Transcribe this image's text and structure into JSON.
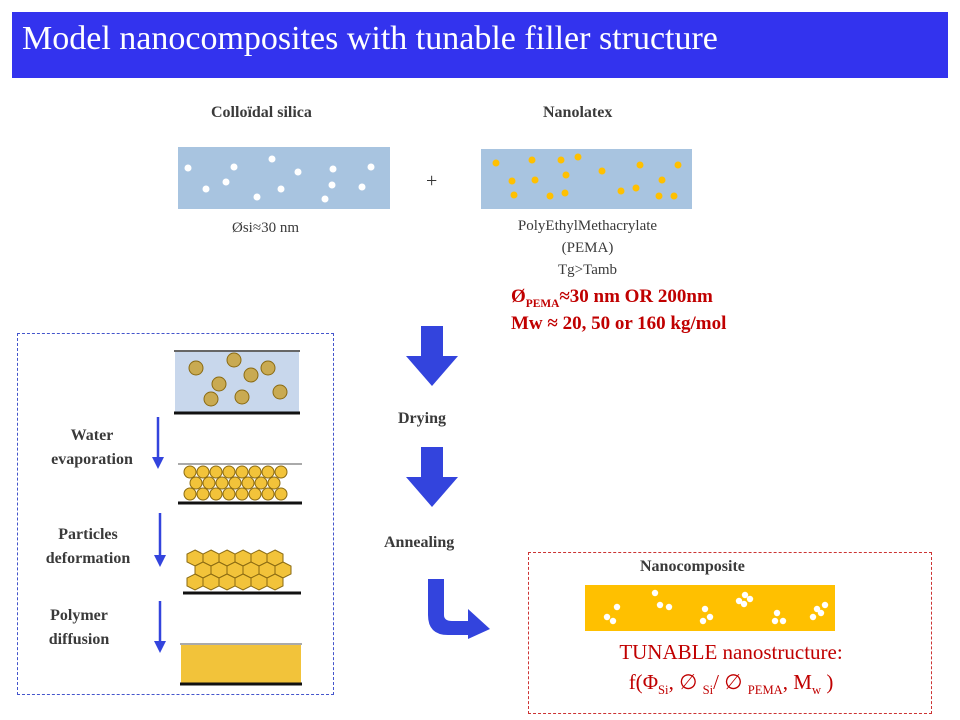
{
  "title": "Model nanocomposites with tunable filler structure",
  "labels": {
    "colloidal_silica": "Colloïdal silica",
    "nanolatex": "Nanolatex",
    "plus": "+",
    "silica_size": "Øsi≈30 nm",
    "pema_line1": "PolyEthylMethacrylate",
    "pema_line2": "(PEMA)",
    "pema_line3": "Tg>Tamb",
    "pema_size_prefix": "Ø",
    "pema_size_sub": "PEMA",
    "pema_size_rest": "≈30 nm OR 200nm",
    "mw": "Mw ≈ 20, 50 or 160 kg/mol",
    "drying": "Drying",
    "annealing": "Annealing",
    "nanocomposite": "Nanocomposite"
  },
  "stages": {
    "water_1": "Water",
    "water_2": "evaporation",
    "particles_1": "Particles",
    "particles_2": "deformation",
    "polymer_1": "Polymer",
    "polymer_2": "diffusion"
  },
  "tunable": {
    "line1": "TUNABLE nanostructure:",
    "f_open": "f(",
    "phi": "Φ",
    "phi_sub": "Si",
    "sep1": ", ∅ ",
    "si_sub": "Si",
    "slash": "/ ∅ ",
    "pema_sub": "PEMA",
    "sep2": ", M",
    "w_sub": "w",
    "close": " )"
  },
  "colors": {
    "title_bg": "#3333ee",
    "silica_bg": "#a8c4e0",
    "latex_dot": "#ffc000",
    "arrow": "#3344dd",
    "accent_red": "#c00000",
    "film": "#f2c33a"
  }
}
